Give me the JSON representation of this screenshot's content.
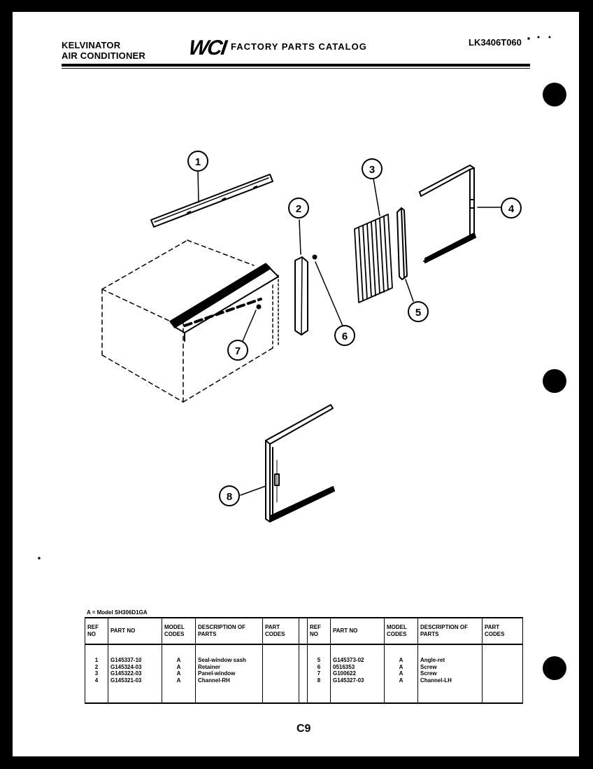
{
  "header": {
    "brand": "KELVINATOR",
    "product": "AIR CONDITIONER",
    "logo": "WCI",
    "catalog": "FACTORY PARTS CATALOG",
    "catalog_code": "LK3406T060"
  },
  "diagram": {
    "callouts": [
      "1",
      "2",
      "3",
      "4",
      "5",
      "6",
      "7",
      "8"
    ]
  },
  "table": {
    "note": "A = Model SH306D1GA",
    "headers": {
      "ref_no": "REF NO",
      "part_no": "PART NO",
      "model_codes": "MODEL CODES",
      "description": "DESCRIPTION OF PARTS",
      "part_codes": "PART CODES"
    },
    "left": {
      "refs": [
        "1",
        "2",
        "3",
        "4"
      ],
      "parts": [
        "G145337-10",
        "G145324-03",
        "G145322-03",
        "G145321-03"
      ],
      "models": [
        "A",
        "A",
        "A",
        "A"
      ],
      "descriptions": [
        "Seal-window sash",
        "Retainer",
        "Panel-window",
        "Channel-RH"
      ]
    },
    "right": {
      "refs": [
        "5",
        "6",
        "7",
        "8"
      ],
      "parts": [
        "G145373-02",
        "0516353",
        "G100622",
        "G145327-03"
      ],
      "models": [
        "A",
        "A",
        "A",
        "A"
      ],
      "descriptions": [
        "Angle-ret",
        "Screw",
        "Screw",
        "Channel-LH"
      ]
    }
  },
  "footer": {
    "page": "C9"
  }
}
